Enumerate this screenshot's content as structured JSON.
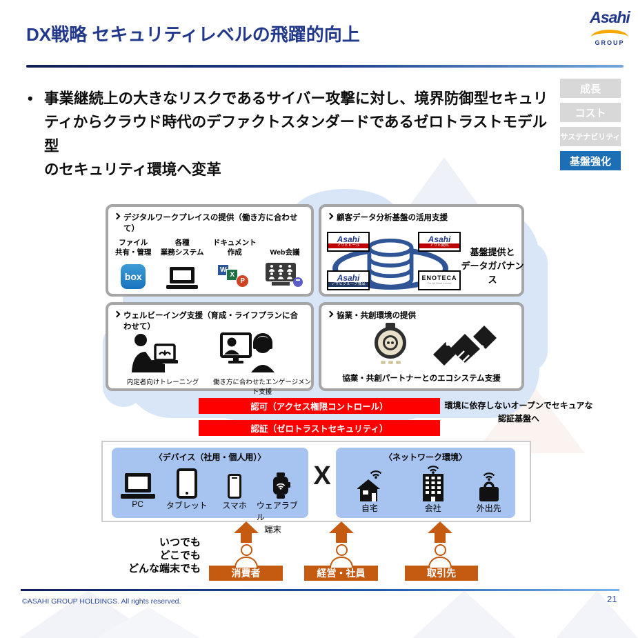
{
  "header": {
    "title": "DX戦略 セキュリティレベルの飛躍的向上",
    "logo_brand": "Asahi",
    "logo_sub": "GROUP"
  },
  "tags": [
    {
      "label": "成長"
    },
    {
      "label": "コスト"
    },
    {
      "label": "サステナビリティ"
    },
    {
      "label": "基盤強化"
    }
  ],
  "bullet": {
    "marker": "•",
    "line1": "事業継続上の大きなリスクであるサイバー攻撃に対し、境界防御型セキュリ",
    "line2": "ティからクラウド時代のデファクトスタンダードであるゼロトラストモデル型",
    "line3": "のセキュリティ環境へ変革"
  },
  "workplace_box": {
    "title": "デジタルワークプレイスの提供（働き方に合わせて）",
    "items": [
      {
        "line1": "ファイル",
        "line2": "共有・管理",
        "icon": "box-logo",
        "logo_text": "box"
      },
      {
        "line1": "各種",
        "line2": "業務システム",
        "icon": "laptop-icon"
      },
      {
        "line1": "ドキュメント",
        "line2": "作成",
        "icon": "office-docs-icon",
        "letters": [
          "W",
          "X",
          "P"
        ]
      },
      {
        "line1": "Web会議",
        "icon": "web-meeting-icon"
      }
    ]
  },
  "data_box": {
    "title": "顧客データ分析基盤の活用支援",
    "logos": [
      {
        "brand": "Asahi",
        "sub": "アサヒビール"
      },
      {
        "brand": "Asahi",
        "sub": "アサヒ飲料"
      },
      {
        "brand": "Asahi",
        "sub": "アサヒグループ食品"
      },
      {
        "brand": "ENOTECA",
        "sub": "For All Wine Lovers"
      }
    ],
    "caption_line1": "基盤提供と",
    "caption_line2": "データガバナンス"
  },
  "wellbeing_box": {
    "title": "ウェルビーイング支援（育成・ライフプランに合わせて）",
    "caption1": "内定者向けトレーニング",
    "caption2": "働き方に合わせたエンゲージメント支援"
  },
  "cocreation_box": {
    "title": "協業・共創環境の提供",
    "caption": "協業・共創パートナーとのエコシステム支援"
  },
  "auth": {
    "bar1": "認可（アクセス権限コントロール）",
    "bar2": "認証（ゼロトラストセキュリティ）",
    "note_line1": "環境に依存しないオープンでセキュアな",
    "note_line2": "認証基盤へ"
  },
  "devices": {
    "title": "〈デバイス（社用・個人用）〉",
    "labels": [
      "PC",
      "タブレット",
      "スマホ",
      "ウェアラブル"
    ],
    "wrap": "端末",
    "separator": "X"
  },
  "network": {
    "title": "〈ネットワーク環境〉",
    "labels": [
      "自宅",
      "会社",
      "外出先"
    ]
  },
  "anytime": {
    "line1": "いつでも",
    "line2": "どこでも",
    "line3": "どんな端末でも"
  },
  "actors": [
    {
      "label": "消費者"
    },
    {
      "label": "経営・社員"
    },
    {
      "label": "取引先"
    }
  ],
  "footer": {
    "copyright": "©ASAHI GROUP HOLDINGS. All rights reserved.",
    "page": "21"
  },
  "colors": {
    "accent_blue": "#21388B",
    "active_tag_blue": "#1D6FB5",
    "bar_red": "#FE0000",
    "actor_orange": "#C55A11",
    "panel_blue": "#A6C4EF",
    "cloud_blue": "#D9E6F7",
    "db_blue": "#2F5597"
  }
}
